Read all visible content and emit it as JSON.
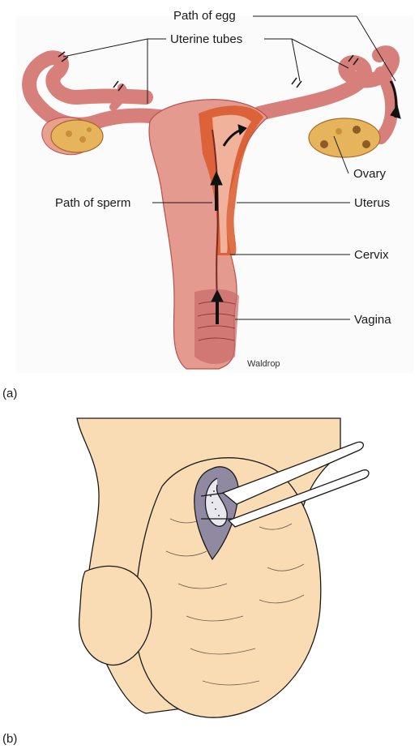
{
  "panel_a": {
    "letter": "(a)",
    "labels": {
      "path_of_egg": "Path of egg",
      "uterine_tubes": "Uterine tubes",
      "ovary": "Ovary",
      "path_of_sperm": "Path of sperm",
      "uterus": "Uterus",
      "cervix": "Cervix",
      "vagina": "Vagina"
    },
    "signature": "Waldrop",
    "colors": {
      "tissue": "#e08a86",
      "tissue_dark": "#b9504d",
      "uterine_wall": "#d9582a",
      "ovary": "#e6b55b"
    }
  },
  "panel_b": {
    "letter": "(b)",
    "colors": {
      "skin": "#f9dcb4",
      "incision": "#8f8aa1"
    }
  }
}
